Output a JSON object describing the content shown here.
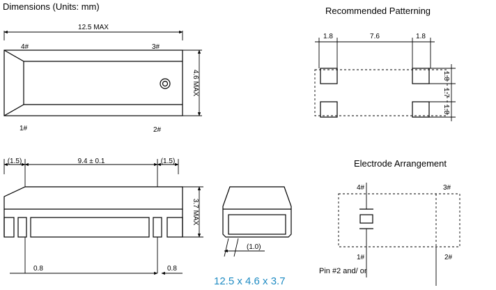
{
  "titles": {
    "dimensions": "Dimensions (Units: mm)",
    "recommended": "Recommended Patterning",
    "electrode": "Electrode Arrangement"
  },
  "top_view": {
    "width_label": "12.5 MAX",
    "height_label": "4.6 MAX",
    "pins": {
      "p1": "1#",
      "p2": "2#",
      "p3": "3#",
      "p4": "4#"
    }
  },
  "side_view": {
    "left_offset": "(1.5)",
    "center": "9.4 ± 0.1",
    "right_offset": "(1.5)",
    "height_label": "3.7 MAX",
    "left_pad": "0.8",
    "right_pad": "0.8"
  },
  "end_view": {
    "offset": "(1.0)"
  },
  "size_text": "12.5 x 4.6 x 3.7",
  "pattern": {
    "left_width": "1.8",
    "gap": "7.6",
    "right_width": "1.8",
    "pad_height_top": "1.8",
    "pad_gap": "1.7",
    "pad_height_bottom": "1.8"
  },
  "electrode": {
    "p1": "1#",
    "p2": "2#",
    "p3": "3#",
    "p4": "4#",
    "note": "Pin #2 and/ or"
  },
  "colors": {
    "accent": "#1e8bc3"
  }
}
